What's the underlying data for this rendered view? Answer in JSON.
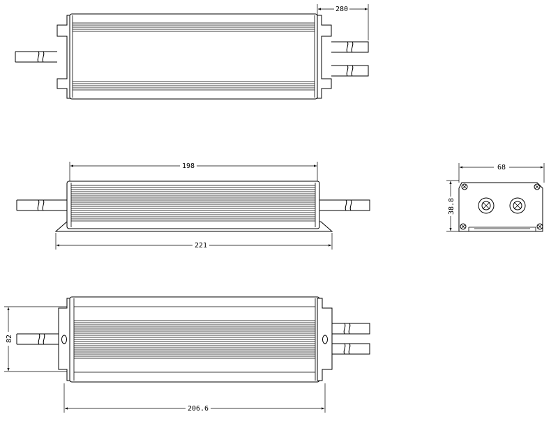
{
  "dimensions": {
    "top_cable_length": "280",
    "body_length": "198",
    "total_length": "221",
    "end_width": "68",
    "end_height": "38.8",
    "bottom_width": "82",
    "bottom_length": "206.6"
  }
}
